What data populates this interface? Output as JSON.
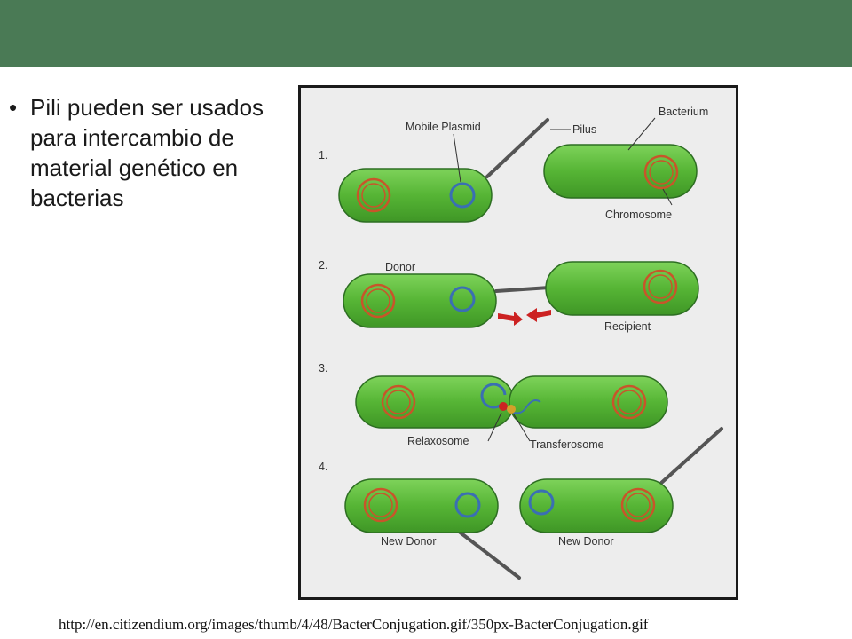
{
  "slide": {
    "bullets": [
      "Pili pueden ser usados para intercambio de material genético en bacterias"
    ],
    "source_url": "http://en.citizendium.org/images/thumb/4/48/BacterConjugation.gif/350px-BacterConjugation.gif"
  },
  "figure": {
    "steps": [
      "1.",
      "2.",
      "3.",
      "4."
    ],
    "labels": {
      "mobile_plasmid": "Mobile Plasmid",
      "pilus": "Pilus",
      "bacterium": "Bacterium",
      "chromosome": "Chromosome",
      "donor": "Donor",
      "recipient": "Recipient",
      "relaxosome": "Relaxosome",
      "transferosome": "Transferosome",
      "new_donor_left": "New Donor",
      "new_donor_right": "New Donor"
    },
    "colors": {
      "cell_fill": "#56b535",
      "cell_stroke": "#2d6e22",
      "chromosome": "#c8552a",
      "plasmid": "#3a6fb3",
      "pilus": "#555555",
      "arrow": "#cc2222",
      "header_bar": "#4a7a55"
    }
  }
}
